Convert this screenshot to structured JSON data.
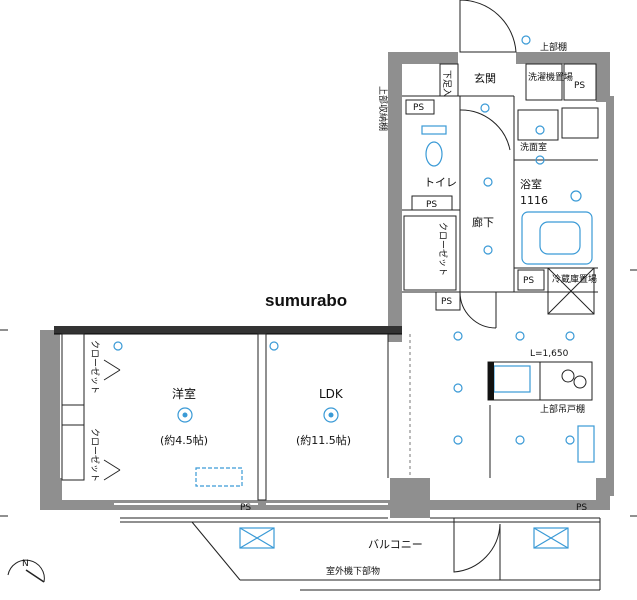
{
  "watermark": "sumurabo",
  "rooms": {
    "western": {
      "name": "洋室",
      "size": "(約4.5帖)"
    },
    "ldk": {
      "name": "LDK",
      "size": "(約11.5帖)"
    },
    "entrance": "玄関",
    "toilet": "トイレ",
    "washroom": "洗面室",
    "bath": {
      "name": "浴室",
      "size": "1116"
    },
    "hallway": "廊下",
    "closet_hall": "クローゼット",
    "balcony": "バルコニー"
  },
  "labels": {
    "ps": "PS",
    "upper_cabinet": "上部棚",
    "upper_hanging_cabinet": "上部吊戸棚",
    "shoe_box": "下足入",
    "fridge": "冷蔵庫置場",
    "washer": "洗濯機置場",
    "kitchen_height": "L=1,650",
    "outdoor_unit": "室外機下部物",
    "closet_west_1": "クローゼット",
    "closet_west_2": "クローゼット",
    "side_note": "上部収納棚"
  },
  "colors": {
    "wall": "#8f8f8f",
    "fixture_blue": "#3a9ad6",
    "light_blue": "#3a9ad6"
  }
}
